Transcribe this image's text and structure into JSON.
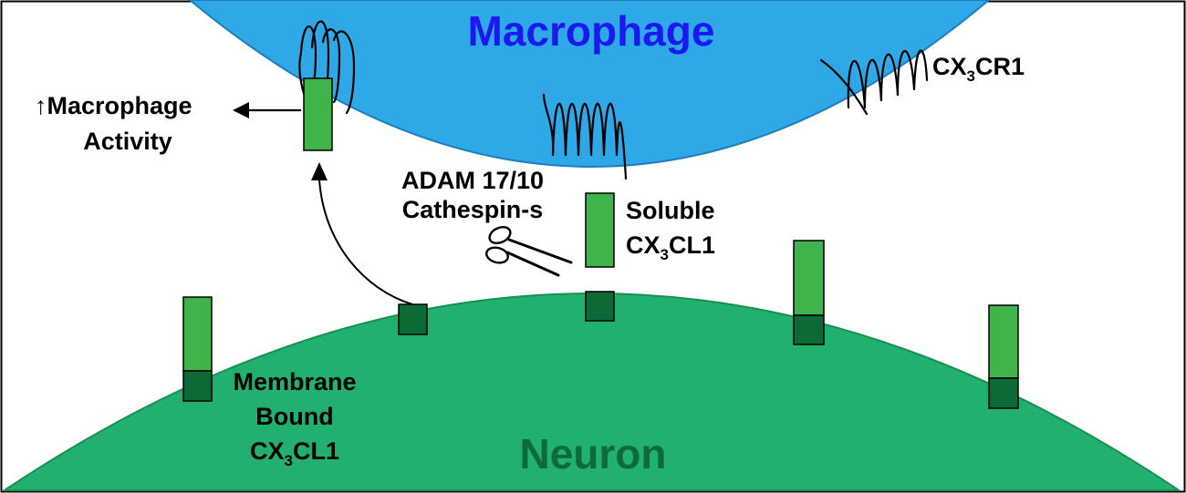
{
  "labels": {
    "macrophage": "Macrophage",
    "neuron": "Neuron",
    "receptor": {
      "base": "CX",
      "sub": "3",
      "rest": "CR1"
    },
    "activity": {
      "arrow": "↑",
      "line1": "Macrophage",
      "line2": "Activity"
    },
    "enzymes": {
      "line1": "ADAM 17/10",
      "line2": "Cathespin-s"
    },
    "soluble": {
      "line1": "Soluble",
      "base": "CX",
      "sub": "3",
      "rest": "CL1"
    },
    "membrane": {
      "line1": "Membrane",
      "line2": "Bound",
      "base": "CX",
      "sub": "3",
      "rest": "CL1"
    }
  },
  "colors": {
    "macrophage_fill": "#2ea8e6",
    "macrophage_stroke": "#1b7fc0",
    "macrophage_text": "#1a1aef",
    "neuron_fill": "#21b06d",
    "neuron_stroke": "#179052",
    "neuron_text": "#0e6a3c",
    "ligand_light": "#40b44a",
    "ligand_dark": "#0c6a36"
  }
}
